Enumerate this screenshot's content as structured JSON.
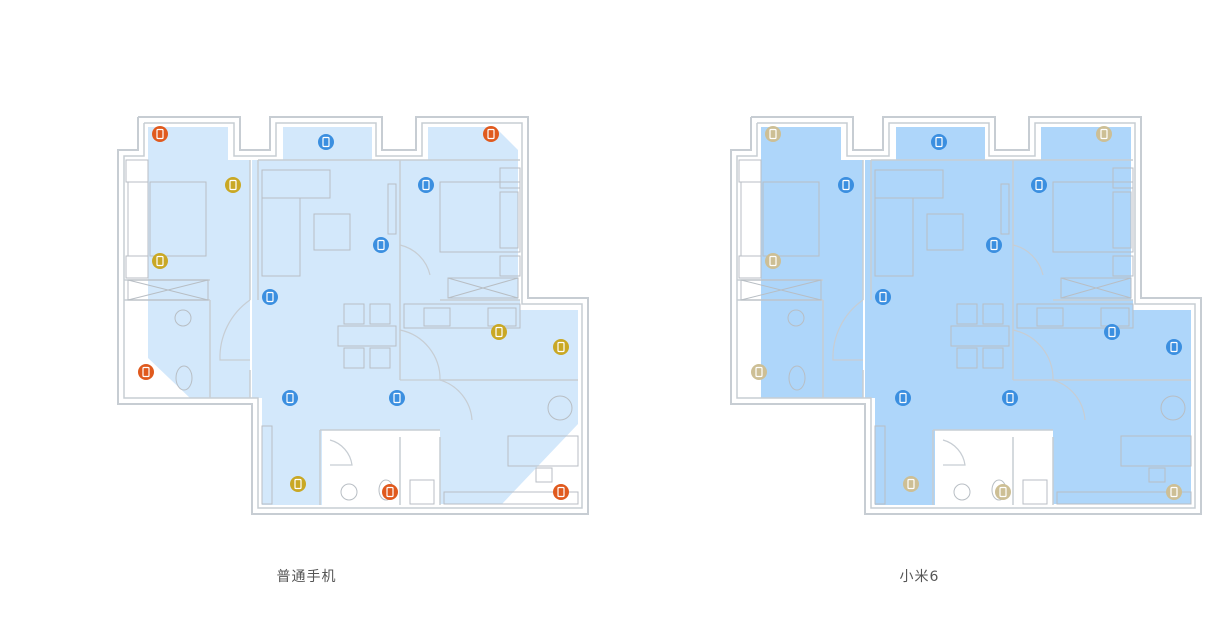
{
  "comparison": {
    "left": {
      "caption": "普通手机",
      "coverage_fill": "#d3e8fb",
      "coverage_opacity": 1,
      "markers": [
        {
          "status": "weak"
        },
        {
          "status": "strong"
        },
        {
          "status": "weak"
        },
        {
          "status": "medium"
        },
        {
          "status": "medium"
        },
        {
          "status": "strong"
        },
        {
          "status": "strong"
        },
        {
          "status": "strong"
        },
        {
          "status": "weak"
        },
        {
          "status": "medium"
        },
        {
          "status": "medium"
        },
        {
          "status": "strong"
        },
        {
          "status": "strong"
        },
        {
          "status": "medium"
        },
        {
          "status": "weak"
        },
        {
          "status": "weak"
        },
        {
          "status": "strong"
        },
        {
          "status": "strong"
        }
      ]
    },
    "right": {
      "caption": "小米6",
      "coverage_fill": "#aed6fa",
      "coverage_opacity": 1,
      "markers": [
        {
          "status": "faint"
        },
        {
          "status": "strong"
        },
        {
          "status": "faint"
        },
        {
          "status": "strong"
        },
        {
          "status": "faint"
        },
        {
          "status": "strong"
        },
        {
          "status": "strong"
        },
        {
          "status": "strong"
        },
        {
          "status": "faint"
        },
        {
          "status": "strong"
        },
        {
          "status": "strong"
        },
        {
          "status": "strong"
        },
        {
          "status": "strong"
        },
        {
          "status": "faint"
        },
        {
          "status": "faint"
        },
        {
          "status": "faint"
        },
        {
          "status": "strong"
        },
        {
          "status": "strong"
        }
      ]
    }
  },
  "marker_colors": {
    "strong": "#3b8fe0",
    "medium": "#c9a825",
    "weak": "#e05a1e",
    "faint": "#cdbf95"
  },
  "wall_color": "#c7cdd3",
  "furniture_color": "#b8bec4"
}
